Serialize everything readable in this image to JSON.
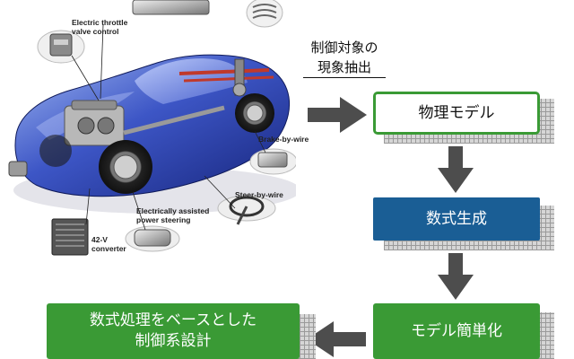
{
  "illustration": {
    "callouts": {
      "throttle": "Electric throttle\nvalve control",
      "brake": "Brake-by-wire",
      "steer": "Steer-by-wire",
      "eps": "Electrically assisted\npower steering",
      "converter": "42-V\nconverter"
    }
  },
  "extraction_label": {
    "line1": "制御対象の",
    "line2": "現象抽出"
  },
  "flow": {
    "physical_model": "物理モデル",
    "equation_generation": "数式生成",
    "model_simplification": "モデル簡単化",
    "control_design_line1": "数式処理をベースとした",
    "control_design_line2": "制御系設計"
  },
  "colors": {
    "green": "#3a9a35",
    "blue": "#1a5e95",
    "arrow": "#4d4d4d"
  }
}
